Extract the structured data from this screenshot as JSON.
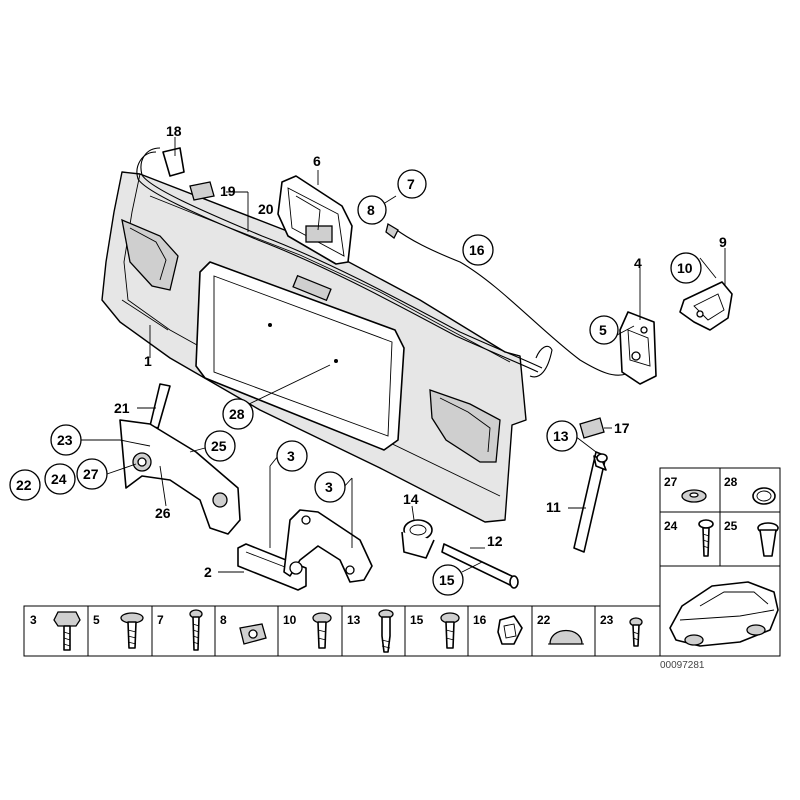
{
  "callouts": {
    "n1": "1",
    "n2": "2",
    "n3a": "3",
    "n3b": "3",
    "n4": "4",
    "n5": "5",
    "n6": "6",
    "n7": "7",
    "n8": "8",
    "n9": "9",
    "n10": "10",
    "n11": "11",
    "n12": "12",
    "n13": "13",
    "n14": "14",
    "n15": "15",
    "n16": "16",
    "n17": "17",
    "n18": "18",
    "n19": "19",
    "n20": "20",
    "n21": "21",
    "n22": "22",
    "n23": "23",
    "n24": "24",
    "n25": "25",
    "n26": "26",
    "n27": "27",
    "n28": "28"
  },
  "fastener_strip": {
    "labels": [
      "3",
      "5",
      "7",
      "8",
      "10",
      "13",
      "15",
      "16",
      "22",
      "23"
    ]
  },
  "side_grid": {
    "labels": [
      "27",
      "28",
      "24",
      "25"
    ]
  },
  "diagram_code": "00097281"
}
